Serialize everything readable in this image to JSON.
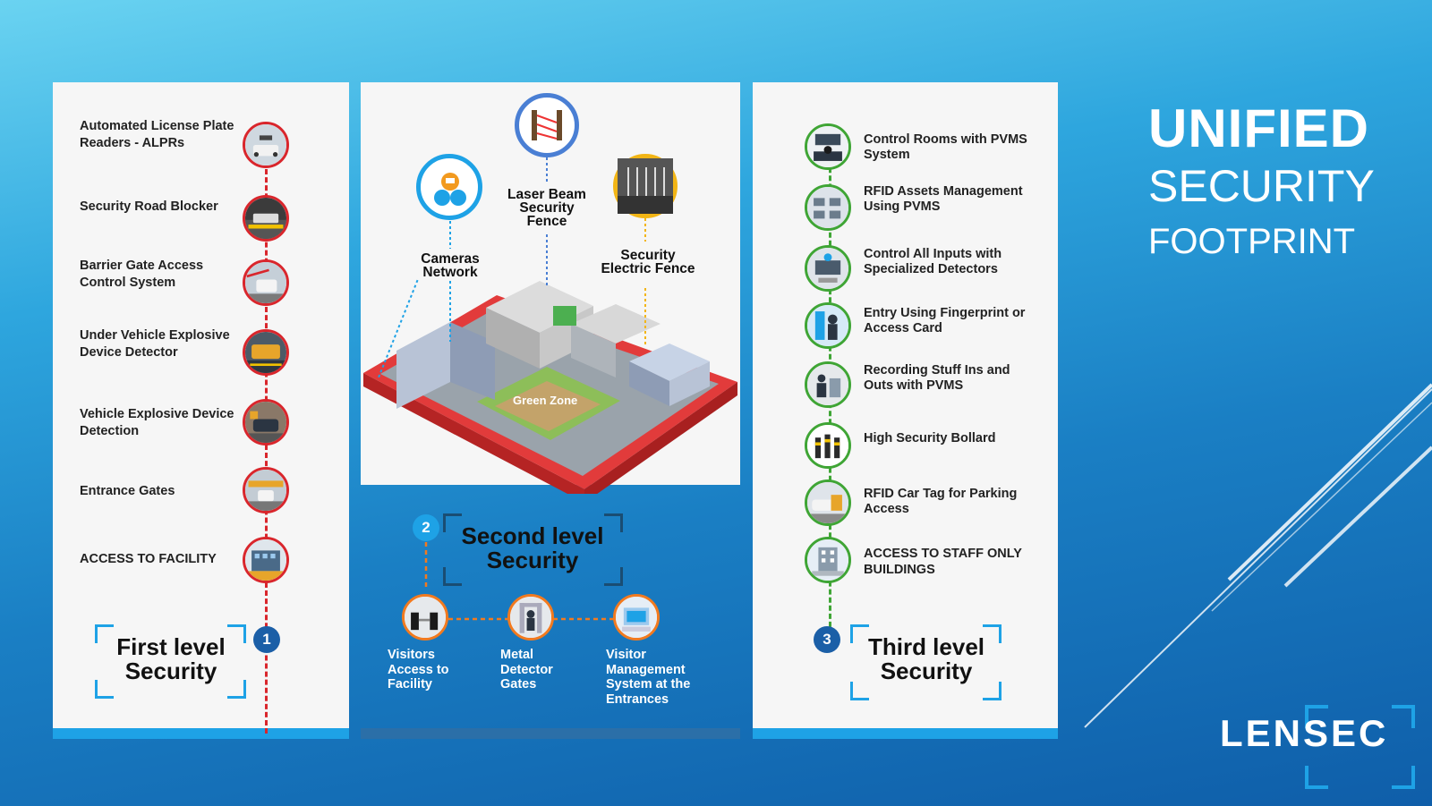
{
  "title": {
    "line1": "UNIFIED",
    "line2": "SECURITY",
    "line3": "FOOTPRINT"
  },
  "brand": {
    "logo_text": "LENSEC"
  },
  "colors": {
    "red": "#d9262c",
    "green": "#3fa535",
    "blue": "#1ea2e6",
    "navy": "#1b5fa7"
  },
  "level1": {
    "number": "1",
    "heading_line1": "First level",
    "heading_line2": "Security",
    "items": [
      {
        "label": "Automated License Plate Readers - ALPRs",
        "icon": "license-plate-reader-icon"
      },
      {
        "label": "Security Road Blocker",
        "icon": "road-blocker-icon"
      },
      {
        "label": "Barrier Gate Access Control System",
        "icon": "barrier-gate-icon"
      },
      {
        "label": "Under Vehicle Explosive Device Detector",
        "icon": "under-vehicle-scanner-icon"
      },
      {
        "label": "Vehicle Explosive Device Detection",
        "icon": "vehicle-detection-icon"
      },
      {
        "label": "Entrance Gates",
        "icon": "entrance-gate-icon"
      },
      {
        "label": "ACCESS TO FACILITY",
        "icon": "facility-icon"
      }
    ]
  },
  "level2": {
    "number": "2",
    "heading_line1": "Second level",
    "heading_line2": "Security",
    "callouts": [
      {
        "label_line1": "Laser Beam",
        "label_line2": "Security",
        "label_line3": "Fence",
        "icon": "laser-beam-icon"
      },
      {
        "label_line1": "Cameras",
        "label_line2": "Network",
        "icon": "camera-network-icon"
      },
      {
        "label_line1": "Security",
        "label_line2": "Electric Fence",
        "icon": "electric-fence-icon"
      }
    ],
    "zone_label": "Green Zone",
    "items": [
      {
        "label": "Visitors Access to Facility",
        "icon": "turnstile-icon"
      },
      {
        "label": "Metal Detector Gates",
        "icon": "metal-detector-icon"
      },
      {
        "label": "Visitor Management System at the Entrances",
        "icon": "visitor-management-icon"
      }
    ]
  },
  "level3": {
    "number": "3",
    "heading_line1": "Third level",
    "heading_line2": "Security",
    "items": [
      {
        "label": "Control Rooms with PVMS System",
        "icon": "control-room-icon"
      },
      {
        "label": "RFID Assets Management Using PVMS",
        "icon": "rfid-assets-icon"
      },
      {
        "label": "Control All Inputs with Specialized Detectors",
        "icon": "detector-icon"
      },
      {
        "label": "Entry Using Fingerprint or Access Card",
        "icon": "fingerprint-icon"
      },
      {
        "label": "Recording Stuff Ins and Outs with PVMS",
        "icon": "recording-icon"
      },
      {
        "label": "High Security Bollard",
        "icon": "bollard-icon"
      },
      {
        "label": "RFID Car Tag for Parking Access",
        "icon": "car-tag-icon"
      },
      {
        "label": "ACCESS TO STAFF ONLY BUILDINGS",
        "icon": "staff-building-icon"
      }
    ]
  }
}
